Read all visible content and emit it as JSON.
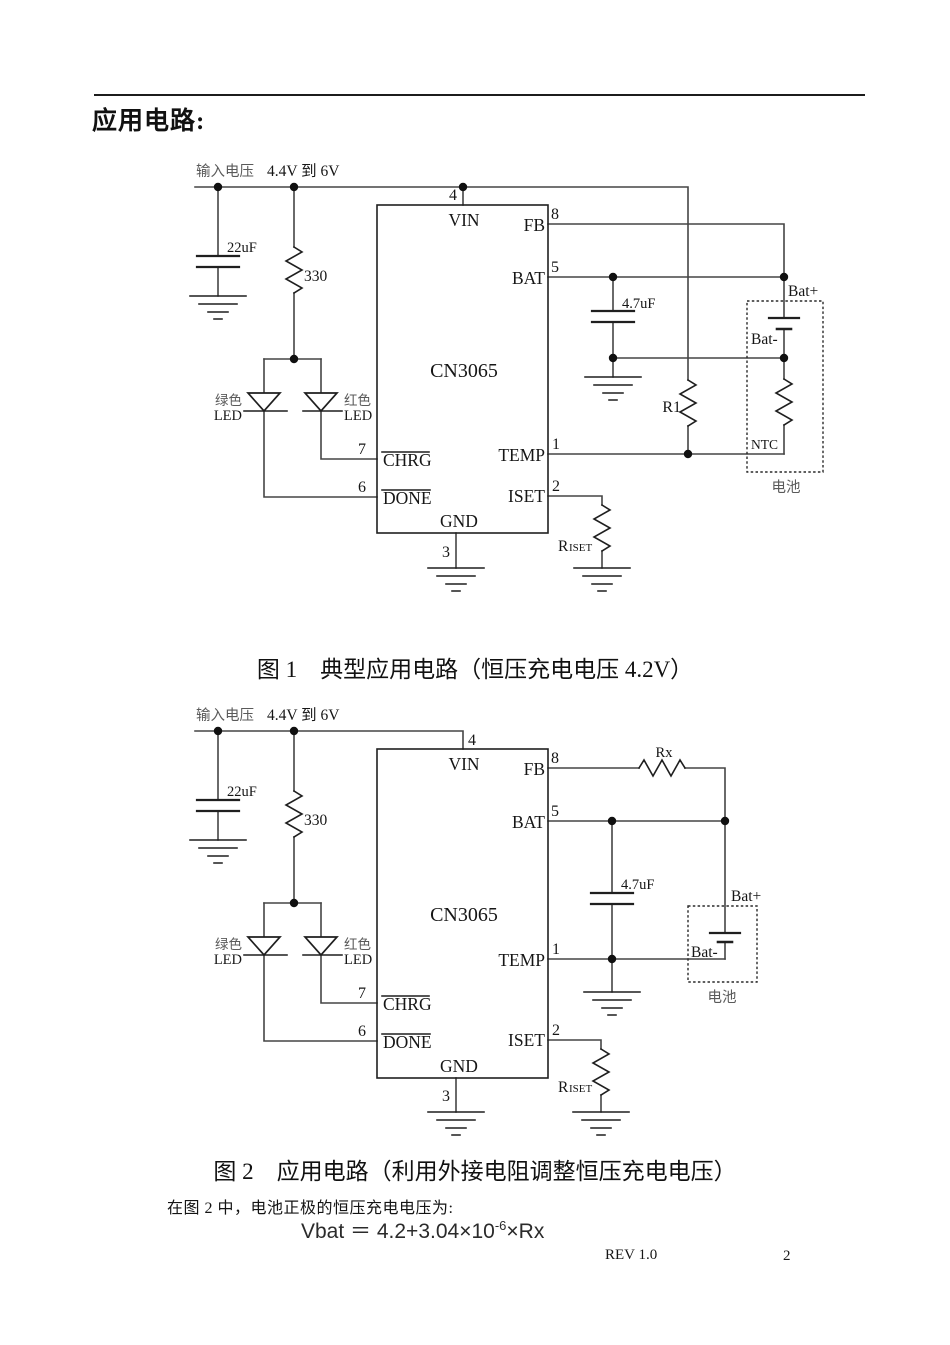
{
  "page": {
    "heading": "应用电路:"
  },
  "figure1": {
    "input_label": "输入电压",
    "input_range": "4.4V 到 6V",
    "cap_in": "22uF",
    "res_led": "330",
    "green_cn": "绿色",
    "green_led": "LED",
    "red_cn": "红色",
    "red_led": "LED",
    "chip": "CN3065",
    "pin4": "4",
    "vin": "VIN",
    "pin8": "8",
    "fb": "FB",
    "pin5": "5",
    "bat": "BAT",
    "pin1": "1",
    "temp": "TEMP",
    "pin2": "2",
    "iset": "ISET",
    "pin7": "7",
    "chrg": "CHRG",
    "pin6": "6",
    "done": "DONE",
    "pin3": "3",
    "gnd": "GND",
    "cap_bat": "4.7uF",
    "r1": "R1",
    "bat_plus": "Bat+",
    "bat_minus": "Bat-",
    "ntc": "NTC",
    "battery": "电池",
    "riset_r": "R",
    "riset_s": "ISET"
  },
  "caption1": "图 1　典型应用电路（恒压充电电压 4.2V）",
  "figure2": {
    "input_label": "输入电压",
    "input_range": "4.4V 到 6V",
    "cap_in": "22uF",
    "res_led": "330",
    "green_cn": "绿色",
    "green_led": "LED",
    "red_cn": "红色",
    "red_led": "LED",
    "chip": "CN3065",
    "pin4": "4",
    "vin": "VIN",
    "pin8": "8",
    "fb": "FB",
    "rx": "Rx",
    "pin5": "5",
    "bat": "BAT",
    "pin1": "1",
    "temp": "TEMP",
    "pin2": "2",
    "iset": "ISET",
    "pin7": "7",
    "chrg": "CHRG",
    "pin6": "6",
    "done": "DONE",
    "pin3": "3",
    "gnd": "GND",
    "cap_bat": "4.7uF",
    "bat_plus": "Bat+",
    "bat_minus": "Bat-",
    "battery": "电池",
    "riset_r": "R",
    "riset_s": "ISET"
  },
  "caption2": "图 2　应用电路（利用外接电阻调整恒压充电电压）",
  "note": "在图 2 中，电池正极的恒压充电电压为:",
  "formula": {
    "pre": "Vbat ＝ 4.2+3.04×10",
    "sup": "-6",
    "post": "×Rx"
  },
  "footer": {
    "rev": "REV 1.0",
    "page_num": "2"
  },
  "colors": {
    "wire": "#454545",
    "ink": "#1f1f1f",
    "muted": "#5a5a5a"
  }
}
